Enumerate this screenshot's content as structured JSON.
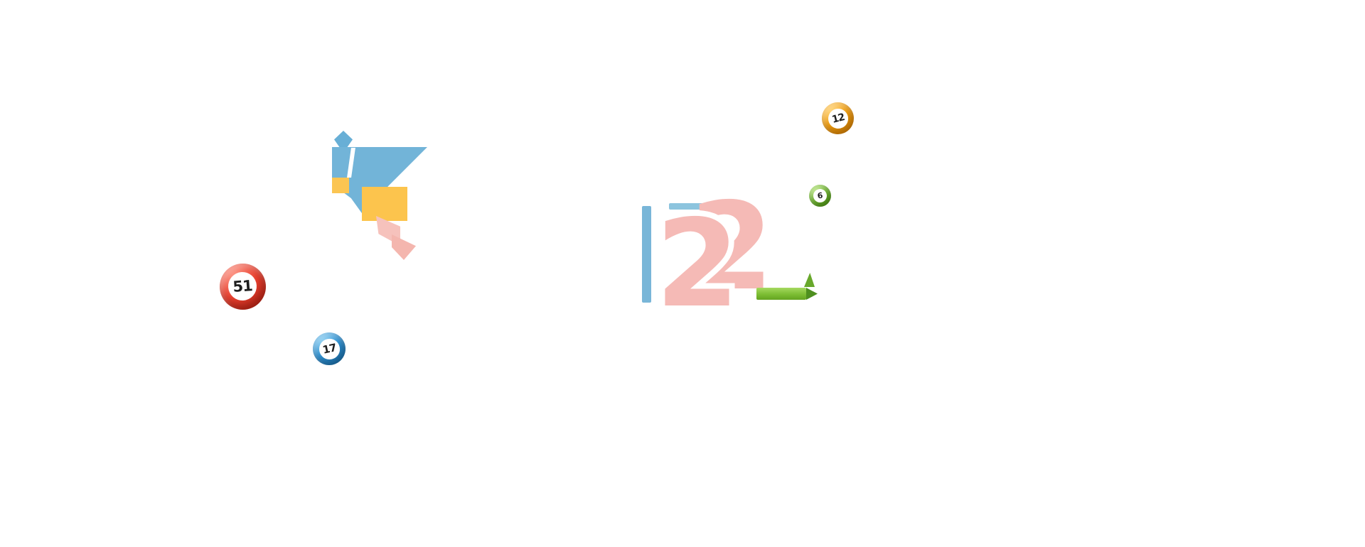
{
  "page": {
    "background_color": "#ffffff"
  },
  "balls": [
    {
      "number": "51",
      "color": "#e8402f",
      "color_name": "red"
    },
    {
      "number": "17",
      "color": "#2e93d6",
      "color_name": "blue"
    },
    {
      "number": "12",
      "color": "#f59e0b",
      "color_name": "orange"
    },
    {
      "number": "6",
      "color": "#6fbb2a",
      "color_name": "green"
    }
  ],
  "illustrations": {
    "left": {
      "colors": {
        "blue": "#72b4d8",
        "yellow": "#fcc44d",
        "pink": "#f6c2bc"
      }
    },
    "right": {
      "big_number": "2",
      "colors": {
        "blue": "#79b6d8",
        "pink": "#f5bab6",
        "green": "#7cbd33"
      }
    }
  }
}
